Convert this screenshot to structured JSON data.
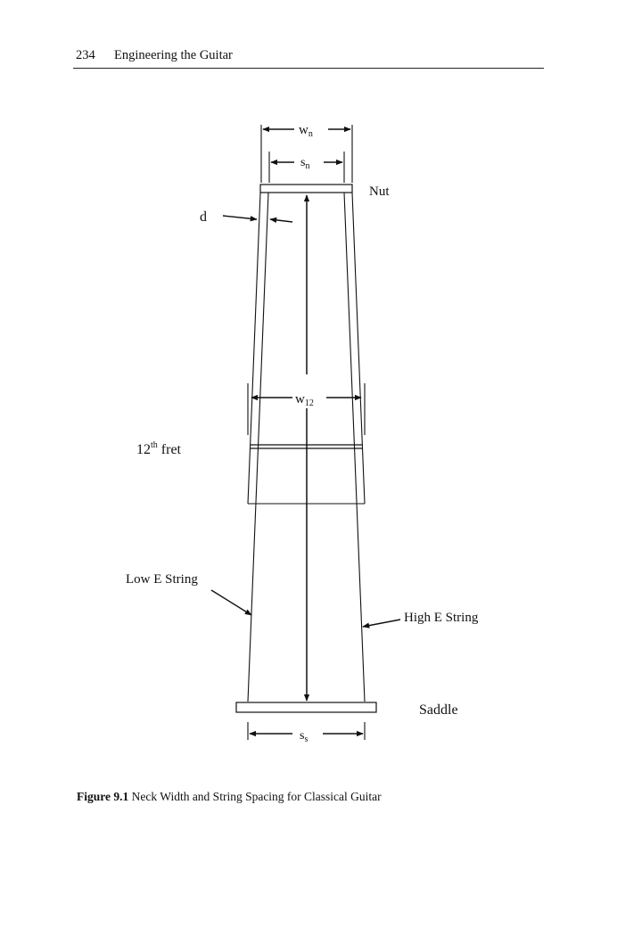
{
  "header": {
    "page_number": "234",
    "running_title": "Engineering the Guitar"
  },
  "figure": {
    "labels": {
      "wn_base": "w",
      "wn_sub": "n",
      "sn_base": "s",
      "sn_sub": "n",
      "nut": "Nut",
      "d": "d",
      "w12_base": "w",
      "w12_sub": "12",
      "fret_num": "12",
      "fret_sup": "th",
      "fret_word": " fret",
      "low_e": "Low E String",
      "high_e": "High E String",
      "saddle": "Saddle",
      "ss_base": "s",
      "ss_sub": "s"
    },
    "caption": {
      "label": "Figure 9.1",
      "text": " Neck Width and String Spacing for Classical Guitar"
    }
  }
}
